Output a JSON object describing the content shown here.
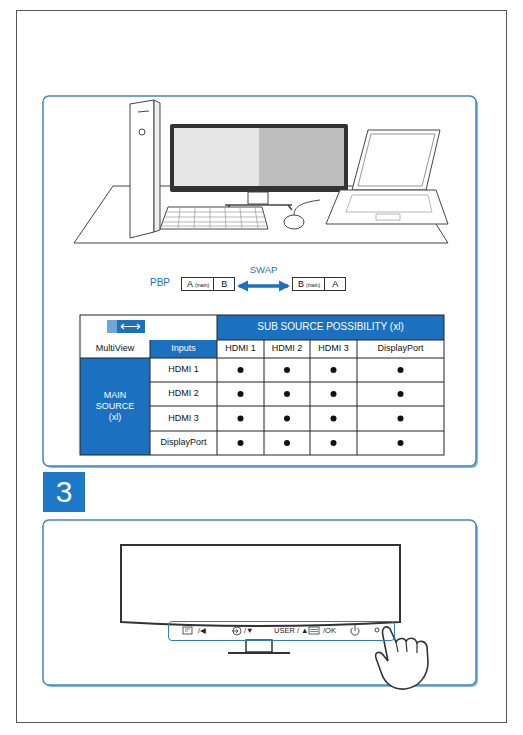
{
  "diagram": {
    "nodes": [
      {
        "text": [
          "A",
          "(main)",
          "B"
        ]
      },
      {
        "text": [
          "B",
          "(main)",
          "A"
        ]
      },
      {
        "text": [
          "3"
        ]
      },
      {
        "text": [
          "/◀",
          "/▼",
          "USER / ▲",
          "/OK"
        ]
      }
    ],
    "edges": [
      {
        "from": 0,
        "to": 1,
        "arrow": "both",
        "label": "SWAP"
      }
    ],
    "labels": [
      "PBP",
      "SUB SOURCE POSSIBILITY (xl)",
      "MultiView",
      "Inputs",
      "HDMI 1",
      "HDMI 2",
      "HDMI 3",
      "DisplayPort",
      "MAIN SOURCE (xl)",
      "HDMI 1",
      "HDMI 2",
      "HDMI 3",
      "DisplayPort"
    ]
  }
}
